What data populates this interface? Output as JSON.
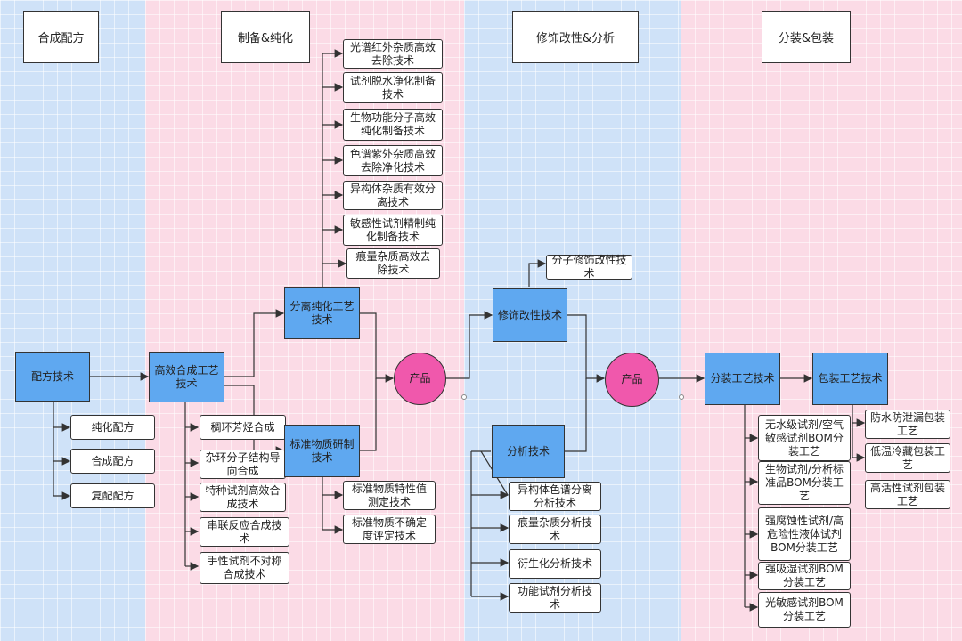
{
  "lanes": {
    "l1": "合成配方",
    "l2": "制备&纯化",
    "l3": "修饰改性&分析",
    "l4": "分装&包装"
  },
  "nodes": {
    "peifang": "配方技术",
    "chunhua_pf": "纯化配方",
    "hecheng_pf": "合成配方",
    "fupei_pf": "复配配方",
    "gaoxiao": "高效合成工艺技术",
    "choulian": "稠环芳烃合成",
    "zahuan": "杂环分子结构导向合成",
    "teshu": "特种试剂高效合成技术",
    "chuanlian": "串联反应合成技术",
    "shouxing": "手性试剂不对称合成技术",
    "fenli": "分离纯化工艺技术",
    "s1": "光谱红外杂质高效去除技术",
    "s2": "试剂脱水净化制备技术",
    "s3": "生物功能分子高效纯化制备技术",
    "s4": "色谱紫外杂质高效去除净化技术",
    "s5": "异构体杂质有效分离技术",
    "s6": "敏感性试剂精制纯化制备技术",
    "s7": "痕量杂质高效去除技术",
    "biaozhun": "标准物质研制技术",
    "bz1": "标准物质特性值测定技术",
    "bz2": "标准物质不确定度评定技术",
    "chanpin1": "产品",
    "xiushi": "修饰改性技术",
    "fenzi_xiushi": "分子修饰改性技术",
    "fenxi": "分析技术",
    "fx1": "异构体色谱分离分析技术",
    "fx2": "痕量杂质分析技术",
    "fx3": "衍生化分析技术",
    "fx4": "功能试剂分析技术",
    "chanpin2": "产品",
    "fenzhuang": "分装工艺技术",
    "baozhuang": "包装工艺技术",
    "fz1": "无水级试剂/空气敏感试剂BOM分装工艺",
    "fz2": "生物试剂/分析标准品BOM分装工艺",
    "fz3": "强腐蚀性试剂/高危险性液体试剂BOM分装工艺",
    "fz4": "强吸湿试剂BOM分装工艺",
    "fz5": "光敏感试剂BOM分装工艺",
    "bzh1": "防水防泄漏包装工艺",
    "bzh2": "低温冷藏包装工艺",
    "bzh3": "高活性试剂包装工艺"
  },
  "colors": {
    "lane_blue": "#cfe2f8",
    "lane_pink": "#fbdbe6",
    "node_blue": "#5fa8f0",
    "product_pink": "#f058ac"
  }
}
